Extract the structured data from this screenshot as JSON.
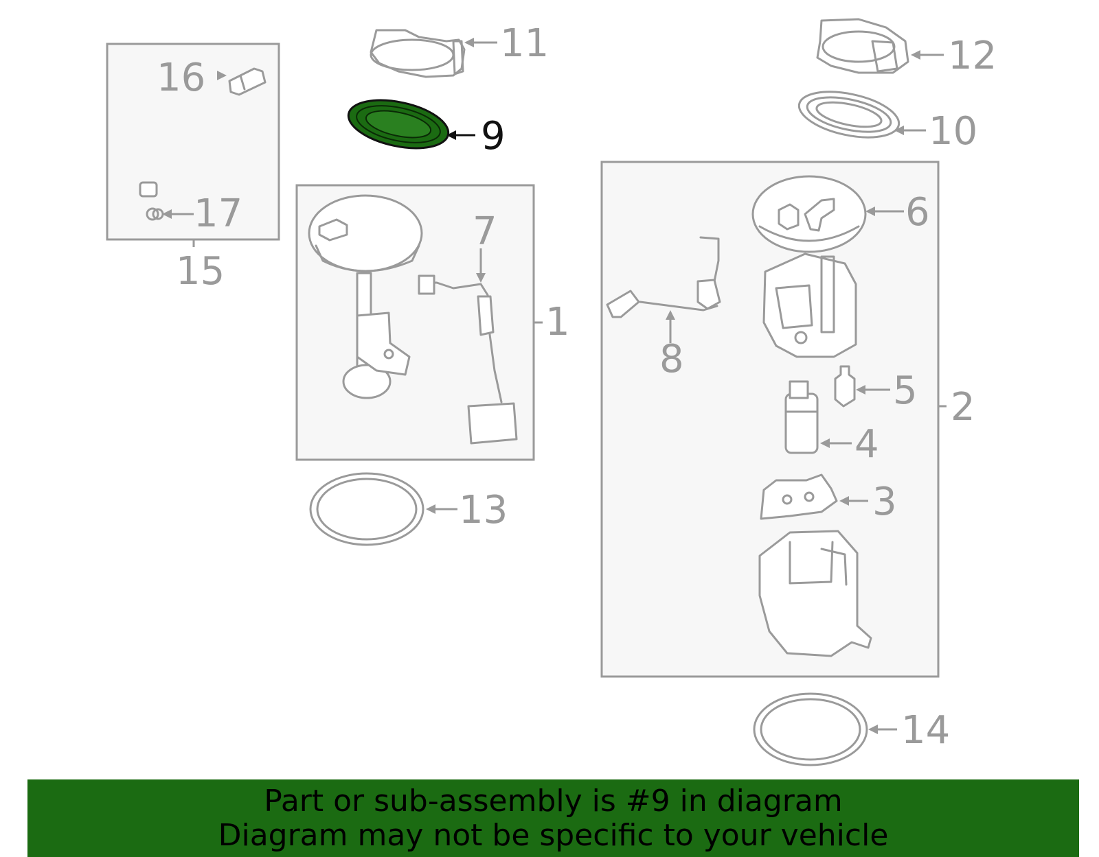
{
  "callouts": {
    "c1": "1",
    "c2": "2",
    "c3": "3",
    "c4": "4",
    "c5": "5",
    "c6": "6",
    "c7": "7",
    "c8": "8",
    "c9": "9",
    "c10": "10",
    "c11": "11",
    "c12": "12",
    "c13": "13",
    "c14": "14",
    "c15": "15",
    "c16": "16",
    "c17": "17"
  },
  "highlight": {
    "part_number": "9",
    "color": "#1b6b12"
  },
  "banner": {
    "line1": "Part or sub-assembly is #9 in diagram",
    "line2": "Diagram may not be specific to your vehicle",
    "color": "#1b6b12"
  }
}
